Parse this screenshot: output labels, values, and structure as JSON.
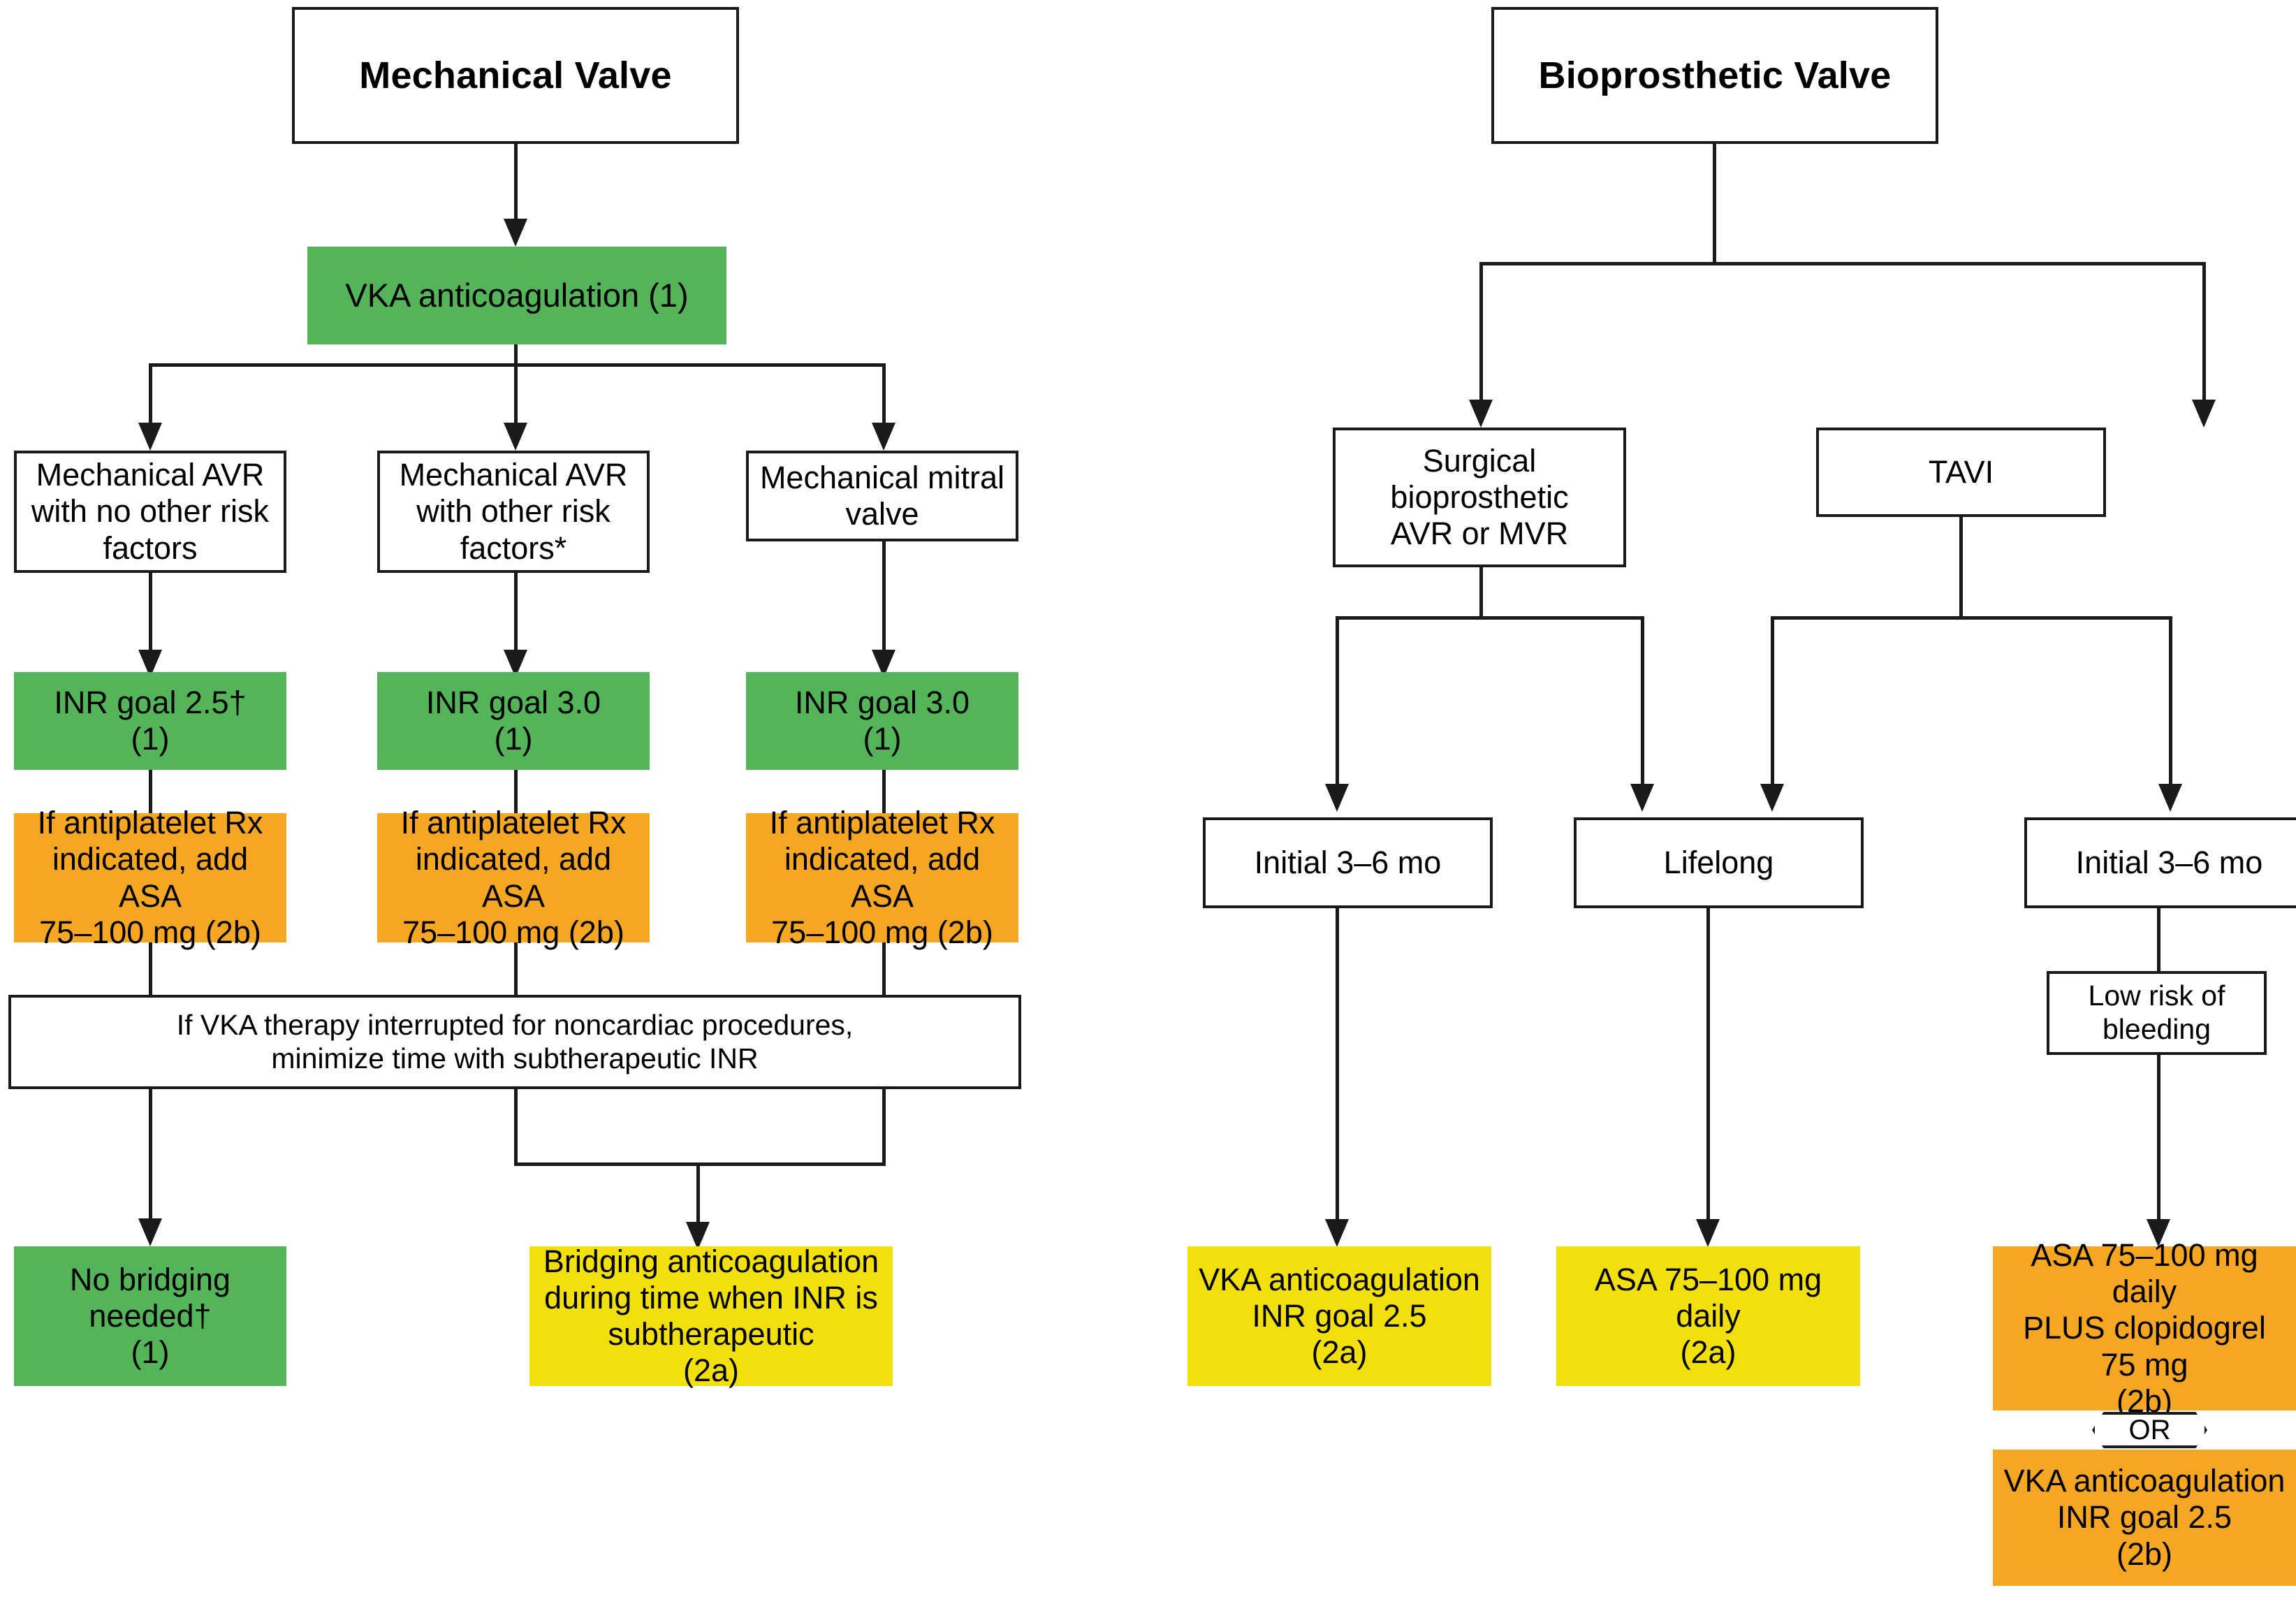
{
  "diagram": {
    "title_left": "Mechanical Valve",
    "title_right": "Bioprosthetic Valve",
    "colors": {
      "green": "#54b45a",
      "orange": "#f5a623",
      "yellow": "#f2e00c",
      "white": "#ffffff",
      "stroke": "#1a1a1a"
    }
  },
  "mechanical": {
    "root": "Mechanical Valve",
    "vka": "VKA anticoagulation (1)",
    "branches": [
      {
        "condition": "Mechanical AVR\nwith no other risk\nfactors",
        "inr": "INR goal 2.5†\n(1)",
        "antiplatelet": "If antiplatelet Rx\nindicated, add ASA\n75–100 mg (2b)"
      },
      {
        "condition": "Mechanical AVR\nwith other risk\nfactors*",
        "inr": "INR goal 3.0\n(1)",
        "antiplatelet": "If antiplatelet Rx\nindicated, add ASA\n75–100 mg (2b)"
      },
      {
        "condition": "Mechanical mitral\nvalve",
        "inr": "INR goal 3.0\n(1)",
        "antiplatelet": "If antiplatelet Rx\nindicated, add ASA\n75–100 mg (2b)"
      }
    ],
    "interrupted": "If VKA therapy interrupted for noncardiac procedures,\nminimize time with subtherapeutic INR",
    "no_bridging": "No bridging\nneeded†\n(1)",
    "bridging": "Bridging anticoagulation\nduring time when INR is\nsubtherapeutic\n(2a)"
  },
  "bioprosthetic": {
    "root": "Bioprosthetic Valve",
    "surgical": "Surgical\nbioprosthetic\nAVR or MVR",
    "tavi": "TAVI",
    "duration_initial_left": "Initial 3–6 mo",
    "duration_lifelong": "Lifelong",
    "duration_initial_right": "Initial 3–6 mo",
    "low_risk": "Low risk of\nbleeding",
    "outcome_vka": "VKA anticoagulation\nINR goal 2.5\n(2a)",
    "outcome_asa": "ASA 75–100 mg\ndaily\n(2a)",
    "outcome_dapt": "ASA 75–100 mg daily\nPLUS clopidogrel\n75 mg\n(2b)",
    "or_label": "OR",
    "outcome_vka_tavi": "VKA anticoagulation\nINR goal 2.5\n(2b)"
  }
}
